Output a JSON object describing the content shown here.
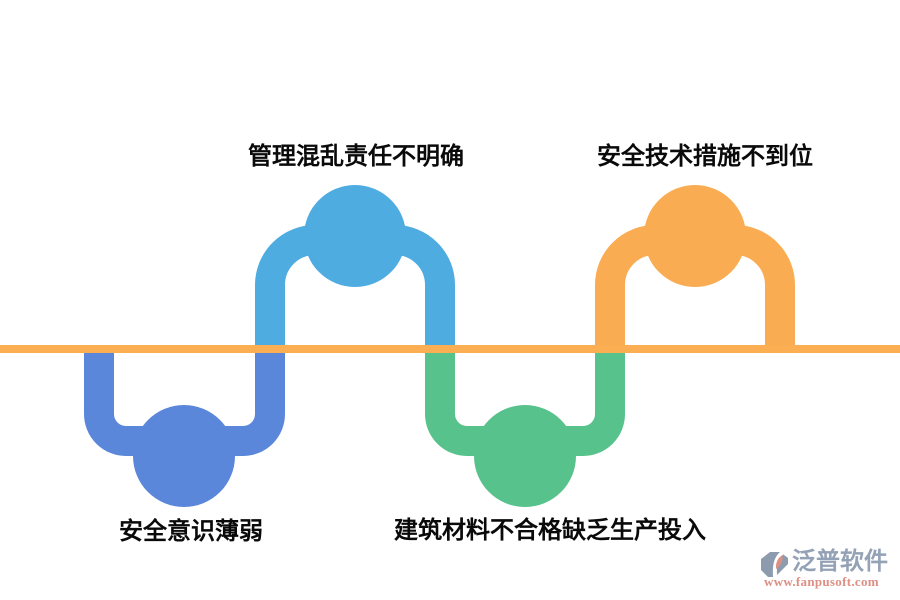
{
  "diagram": {
    "type": "snake-wave-cause-diagram",
    "baseline_color": "#FBAE52",
    "nodes": [
      {
        "label": "安全意识薄弱",
        "side": "bottom",
        "color": "#5B87DB"
      },
      {
        "label": "管理混乱责任不明确",
        "side": "top",
        "color": "#4FACE0"
      },
      {
        "label": "建筑材料不合格缺乏生产投入",
        "side": "bottom",
        "color": "#58C28C"
      },
      {
        "label": "安全技术措施不到位",
        "side": "top",
        "color": "#F9AC52"
      }
    ]
  },
  "watermark": {
    "brand": "泛普软件",
    "url": "www.fanpusoft.com",
    "brand_color": "#94A2B6",
    "url_color": "#DE8F84",
    "icon_gray": "#8D9BAF",
    "icon_salmon": "#DC9080"
  }
}
